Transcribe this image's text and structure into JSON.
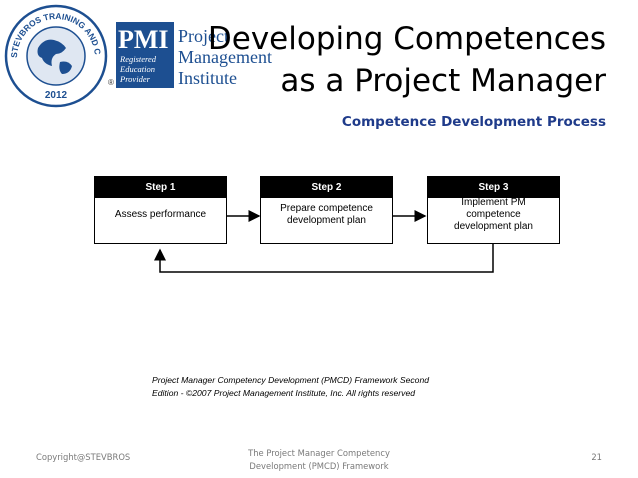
{
  "header": {
    "title_line1": "Developing Competences",
    "title_line2": "as a Project Manager",
    "subtitle": "Competence Development Process"
  },
  "logos": {
    "seal_text": "STEVBROS TRAINING AND CONSULTANCY",
    "seal_year": "2012",
    "pmi_mark": "PMI",
    "pmi_name_line1": "Project",
    "pmi_name_line2": "Management",
    "pmi_name_line3": "Institute",
    "rep_line1": "Registered",
    "rep_line2": "Education",
    "rep_line3": "Provider",
    "registered_symbol": "®"
  },
  "steps": [
    {
      "label": "Step 1",
      "text": "Assess performance"
    },
    {
      "label": "Step 2",
      "text": "Prepare competence\ndevelopment plan"
    },
    {
      "label": "Step 3",
      "text": "Implement PM competence\ndevelopment plan"
    }
  ],
  "citation": "Project Manager Competency Development (PMCD) Framework Second\nEdition - ©2007 Project Management Institute, Inc. All rights reserved",
  "footer": {
    "left": "Copyright@STEVBROS",
    "center": "The Project Manager Competency\nDevelopment (PMCD) Framework",
    "page_number": "21"
  },
  "colors": {
    "subtitle": "#1f3b8a",
    "pmi_blue": "#1d4f91",
    "footer_text": "#7a7a7a"
  }
}
